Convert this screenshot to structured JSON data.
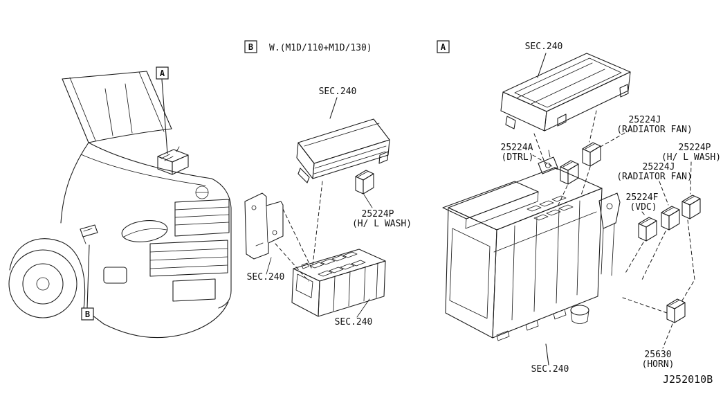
{
  "figure_code": "J252010B",
  "car": {
    "callout_a": "A",
    "callout_b": "B"
  },
  "section_b": {
    "callout": "B",
    "title": "W.(M1D/110+M1D/130)",
    "sec240_top": "SEC.240",
    "part_hl_wash": "25224P",
    "part_hl_wash_name": "(H/ L WASH)",
    "sec240_bracket": "SEC.240",
    "sec240_base": "SEC.240"
  },
  "section_a": {
    "callout": "A",
    "sec240_top": "SEC.240",
    "part_radiator_fan_1": "25224J",
    "part_radiator_fan_1_name": "(RADIATOR FAN)",
    "part_dtrl": "25224A",
    "part_dtrl_name": "(DTRL)",
    "part_hl_wash": "25224P",
    "part_hl_wash_name": "(H/ L WASH)",
    "part_radiator_fan_2": "25224J",
    "part_radiator_fan_2_name": "(RADIATOR FAN)",
    "part_vdc": "25224F",
    "part_vdc_name": "(VDC)",
    "part_horn": "25630",
    "part_horn_name": "(HORN)",
    "sec240_bottom": "SEC.240"
  }
}
